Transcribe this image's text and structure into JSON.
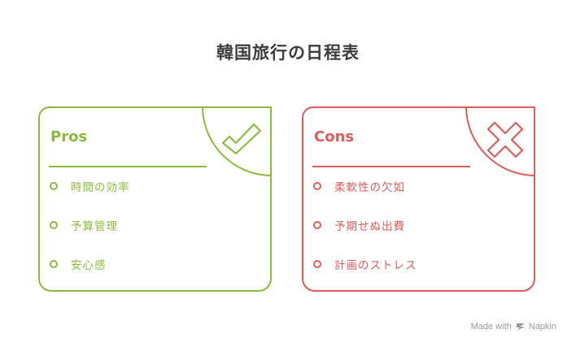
{
  "title": "韓国旅行の日程表",
  "pros": {
    "heading": "Pros",
    "items": [
      "時間の効率",
      "予算管理",
      "安心感"
    ]
  },
  "cons": {
    "heading": "Cons",
    "items": [
      "柔軟性の欠如",
      "予期せぬ出費",
      "計画のストレス"
    ]
  },
  "footer": {
    "made_with": "Made with",
    "brand": "Napkin"
  },
  "colors": {
    "pros": "#8cbb3c",
    "cons": "#dd5c5b",
    "title": "#3d3d3d",
    "footer": "#9a9a9a"
  },
  "icons": {
    "pros": "checkmark-icon",
    "cons": "x-mark-icon",
    "footer": "napkin-logo-icon"
  }
}
